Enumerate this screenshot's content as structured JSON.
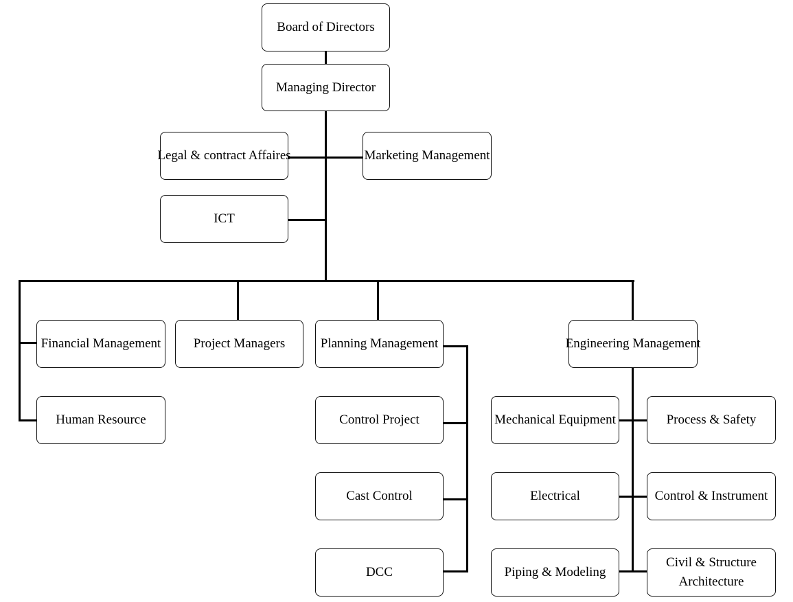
{
  "nodes": {
    "board": "Board of Directors",
    "managing_director": "Managing Director",
    "legal": "Legal & contract Affaires",
    "marketing": "Marketing Management",
    "ict": "ICT",
    "financial": "Financial Management",
    "project_managers": "Project Managers",
    "planning": "Planning Management",
    "engineering": "Engineering Management",
    "human_resource": "Human Resource",
    "control_project": "Control Project",
    "cast_control": "Cast Control",
    "dcc": "DCC",
    "mechanical": "Mechanical Equipment",
    "process_safety": "Process & Safety",
    "electrical": "Electrical",
    "control_instrument": "Control & Instrument",
    "piping": "Piping & Modeling",
    "civil_line1": "Civil & Structure",
    "civil_line2": "Architecture"
  }
}
